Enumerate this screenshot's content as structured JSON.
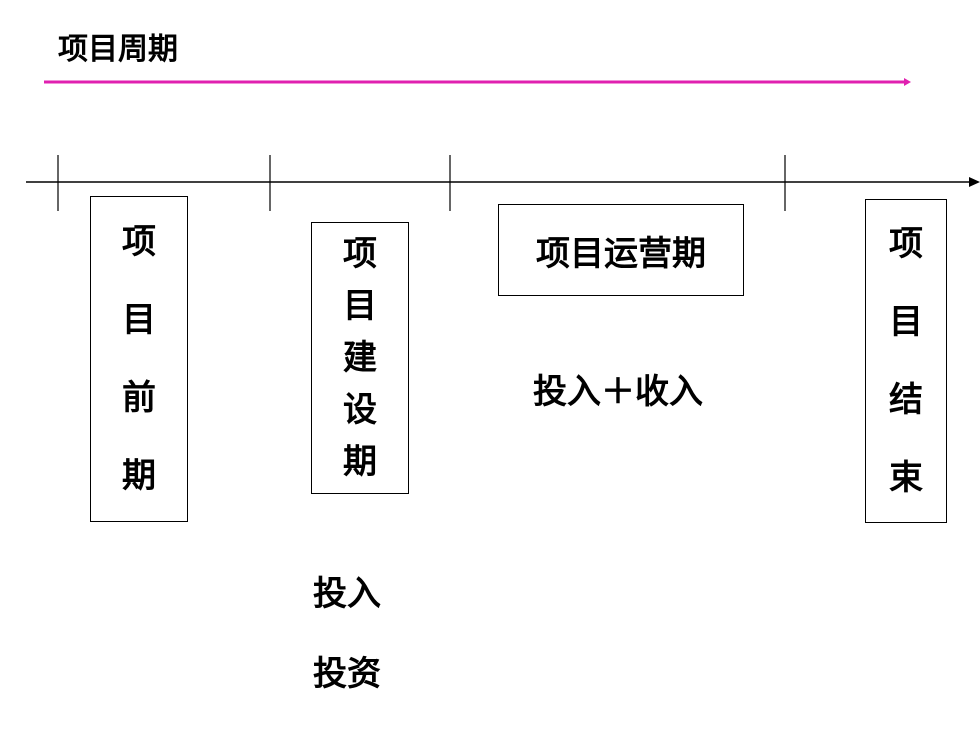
{
  "title": "项目周期",
  "colors": {
    "title_underline": "#e020b0",
    "lines": "#000000"
  },
  "phases": {
    "pre": {
      "chars": [
        "项",
        "目",
        "前",
        "期"
      ]
    },
    "build": {
      "chars": [
        "项",
        "目",
        "建",
        "设",
        "期"
      ]
    },
    "operation": {
      "label": "项目运营期"
    },
    "end": {
      "chars": [
        "项",
        "目",
        "结",
        "束"
      ]
    }
  },
  "notes": {
    "operation": "投入＋收入",
    "build_line1": "投入",
    "build_line2": "投资"
  }
}
